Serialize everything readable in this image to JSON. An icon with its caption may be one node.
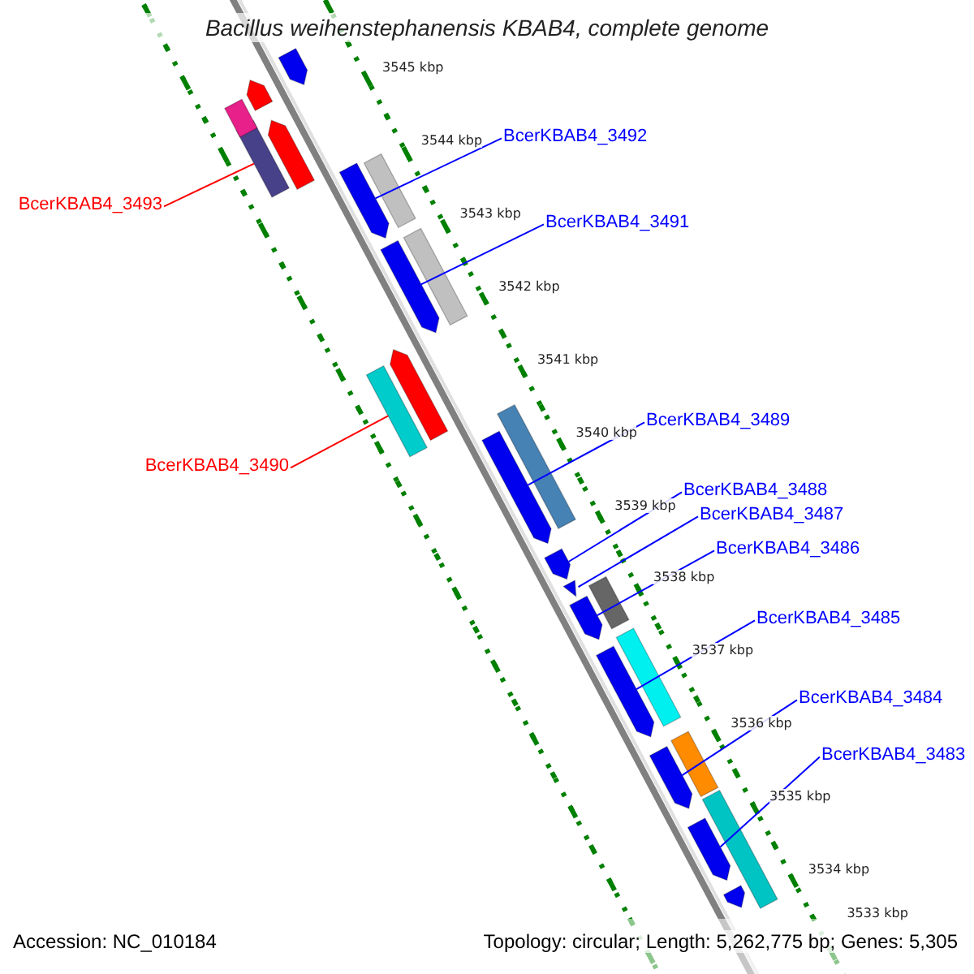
{
  "diagram": {
    "title": "Bacillus weihenstephanensis KBAB4, complete genome",
    "nodes": [
      {
        "text": [
          "BcerKBAB4_3492"
        ]
      },
      {
        "text": [
          "BcerKBAB4_3493"
        ]
      },
      {
        "text": [
          "BcerKBAB4_3491"
        ]
      },
      {
        "text": [
          "BcerKBAB4_3489"
        ]
      },
      {
        "text": [
          "BcerKBAB4_3490"
        ]
      },
      {
        "text": [
          "BcerKBAB4_3488"
        ]
      },
      {
        "text": [
          "BcerKBAB4_3487"
        ]
      },
      {
        "text": [
          "BcerKBAB4_3486"
        ]
      },
      {
        "text": [
          "BcerKBAB4_3485"
        ]
      },
      {
        "text": [
          "BcerKBAB4_3484"
        ]
      },
      {
        "text": [
          "BcerKBAB4_3483"
        ]
      },
      {
        "text": [],
        "shape": "arrow"
      },
      {
        "text": [],
        "shape": "box"
      },
      {
        "text": [],
        "shape": "arrow"
      },
      {
        "text": [],
        "shape": "arrow"
      },
      {
        "text": [],
        "shape": "box"
      },
      {
        "text": [],
        "shape": "arrow"
      },
      {
        "text": [],
        "shape": "arrow"
      },
      {
        "text": [],
        "shape": "arrow"
      },
      {
        "text": [],
        "shape": "arrow"
      },
      {
        "text": [],
        "shape": "arrow"
      },
      {
        "text": [],
        "shape": "arrow"
      },
      {
        "text": [],
        "shape": "arrow"
      },
      {
        "text": [],
        "shape": "box"
      },
      {
        "text": [],
        "shape": "box"
      },
      {
        "text": [],
        "shape": "box"
      },
      {
        "text": [],
        "shape": "box"
      },
      {
        "text": [],
        "shape": "box"
      },
      {
        "text": [],
        "shape": "box"
      },
      {
        "text": [],
        "shape": "box"
      },
      {
        "text": [],
        "shape": "arrow"
      },
      {
        "text": [],
        "shape": "box"
      },
      {
        "text": [],
        "shape": "arrow"
      },
      {
        "text": [],
        "shape": "arrow"
      },
      {
        "text": [],
        "shape": "arrow"
      }
    ],
    "edges": [
      {
        "from": 0,
        "to": 11,
        "arrow": "none"
      },
      {
        "from": 1,
        "to": 12,
        "arrow": "none",
        "color": "#ff0000"
      },
      {
        "from": 2,
        "to": 13,
        "arrow": "none"
      },
      {
        "from": 3,
        "to": 14,
        "arrow": "none"
      },
      {
        "from": 4,
        "to": 15,
        "arrow": "none",
        "color": "#ff0000"
      },
      {
        "from": 5,
        "to": 16,
        "arrow": "none"
      },
      {
        "from": 6,
        "to": 17,
        "arrow": "none"
      },
      {
        "from": 7,
        "to": 18,
        "arrow": "none"
      },
      {
        "from": 8,
        "to": 19,
        "arrow": "none"
      },
      {
        "from": 9,
        "to": 20,
        "arrow": "none"
      },
      {
        "from": 10,
        "to": 21,
        "arrow": "none"
      }
    ],
    "labels": [
      "3545 kbp",
      "3544 kbp",
      "3543 kbp",
      "3542 kbp",
      "3541 kbp",
      "3540 kbp",
      "3539 kbp",
      "3538 kbp",
      "3537 kbp",
      "3536 kbp",
      "3535 kbp",
      "3534 kbp",
      "3533 kbp",
      "Accession: NC_010184",
      "Topology: circular; Length: 5,262,775 bp; Genes: 5,305"
    ]
  }
}
